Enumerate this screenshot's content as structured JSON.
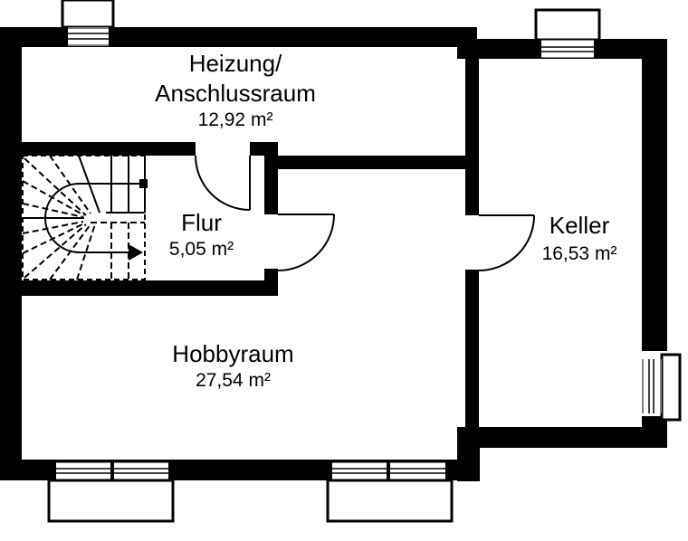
{
  "plan": {
    "type": "floor-plan",
    "colors": {
      "wall": "#000000",
      "background": "#ffffff"
    },
    "rooms": [
      {
        "id": "heizung",
        "name_line1": "Heizung/",
        "name_line2": "Anschlussraum",
        "area": "12,92 m²"
      },
      {
        "id": "flur",
        "name": "Flur",
        "area": "5,05 m²"
      },
      {
        "id": "keller",
        "name": "Keller",
        "area": "16,53 m²"
      },
      {
        "id": "hobbyraum",
        "name": "Hobbyraum",
        "area": "27,54 m²"
      }
    ],
    "windows": [
      {
        "id": "window-heizung-top",
        "wall": "top"
      },
      {
        "id": "window-keller-top",
        "wall": "top"
      },
      {
        "id": "window-keller-right",
        "wall": "right"
      },
      {
        "id": "window-hobbyraum-bottom-left",
        "wall": "bottom"
      },
      {
        "id": "window-hobbyraum-bottom-right",
        "wall": "bottom"
      }
    ],
    "doors": [
      {
        "id": "door-heizung-flur"
      },
      {
        "id": "door-flur-hobbyraum"
      },
      {
        "id": "door-hobbyraum-keller"
      }
    ],
    "stairs": {
      "id": "staircase",
      "type": "half-turn winder",
      "direction": "up-arrow"
    }
  }
}
